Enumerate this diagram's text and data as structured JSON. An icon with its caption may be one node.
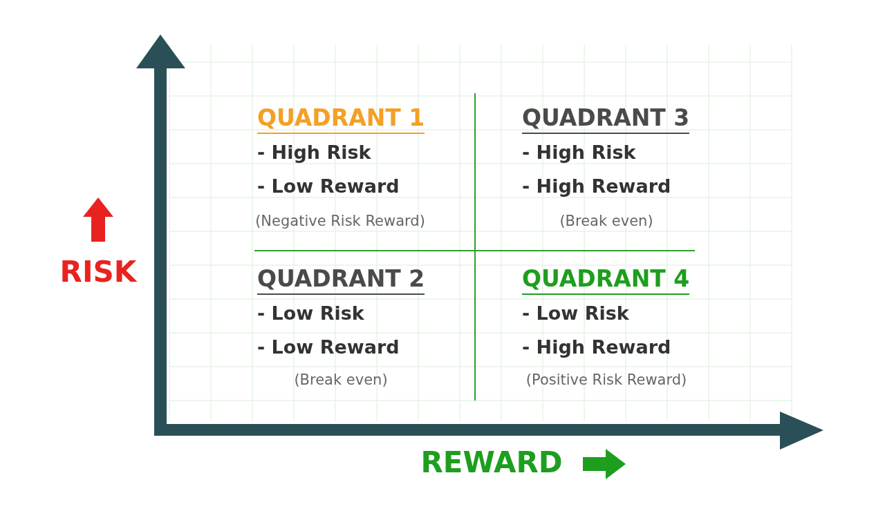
{
  "diagram": {
    "labels": [
      "QUADRANT 1",
      "- High Risk",
      "- Low Reward",
      "(Negative Risk Reward)",
      "QUADRANT 3",
      "- High Risk",
      "- High Reward",
      "(Break even)",
      "RISK",
      "QUADRANT 2",
      "- Low Risk",
      "- Low Reward",
      "(Break even)",
      "QUADRANT 4",
      "- Low Risk",
      "- High Reward",
      "(Positive Risk Reward)",
      "REWARD"
    ]
  }
}
